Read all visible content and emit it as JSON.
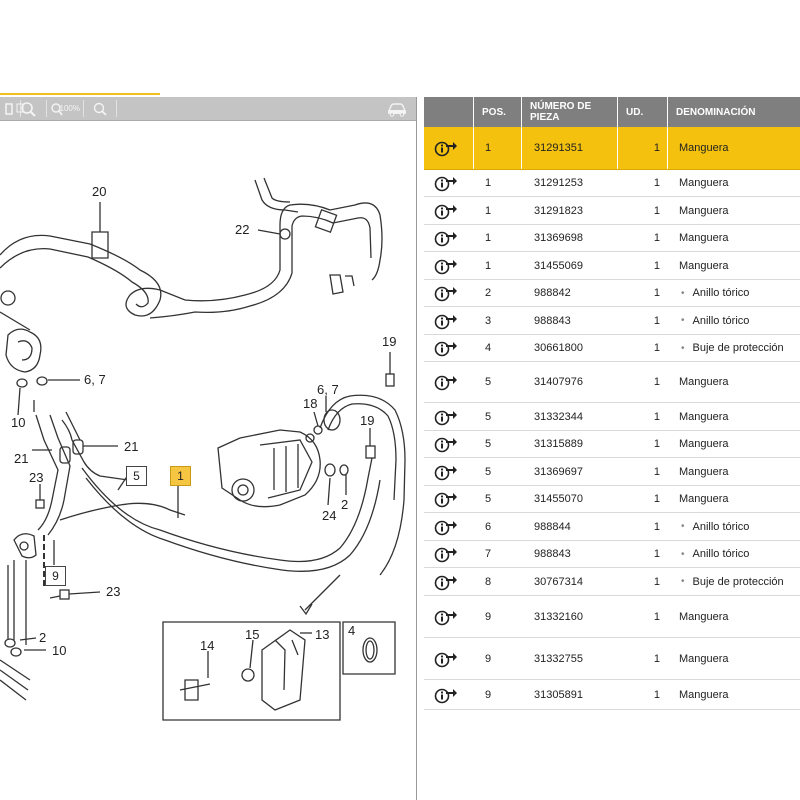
{
  "toolbar": {
    "zoom_label": "100%",
    "icons": [
      "zoom-out-icon",
      "zoom-fit-icon",
      "zoom-100-icon",
      "zoom-in-icon",
      "car-icon"
    ]
  },
  "diagram": {
    "callouts": {
      "c20": "20",
      "c22": "22",
      "c67a": "6, 7",
      "c10a": "10",
      "c21a": "21",
      "c21b": "21",
      "c23a": "23",
      "c5": "5",
      "c1": "1",
      "c19a": "19",
      "c67b": "6, 7",
      "c18": "18",
      "c19b": "19",
      "c2a": "2",
      "c24": "24",
      "c9": "9",
      "c23b": "23",
      "c2b": "2",
      "c10b": "10",
      "c14": "14",
      "c15": "15",
      "c13": "13",
      "c4": "4"
    }
  },
  "parts_table": {
    "headers": {
      "pos": "POS.",
      "part": "NÚMERO DE PIEZA",
      "qty": "UD.",
      "name": "DENOMINACIÓN"
    },
    "rows": [
      {
        "pos": "1",
        "part": "31291351",
        "qty": "1",
        "name": "Manguera",
        "sub": false,
        "selected": true
      },
      {
        "pos": "1",
        "part": "31291253",
        "qty": "1",
        "name": "Manguera",
        "sub": false
      },
      {
        "pos": "1",
        "part": "31291823",
        "qty": "1",
        "name": "Manguera",
        "sub": false
      },
      {
        "pos": "1",
        "part": "31369698",
        "qty": "1",
        "name": "Manguera",
        "sub": false
      },
      {
        "pos": "1",
        "part": "31455069",
        "qty": "1",
        "name": "Manguera",
        "sub": false
      },
      {
        "pos": "2",
        "part": "988842",
        "qty": "1",
        "name": "Anillo tórico",
        "sub": true
      },
      {
        "pos": "3",
        "part": "988843",
        "qty": "1",
        "name": "Anillo tórico",
        "sub": true
      },
      {
        "pos": "4",
        "part": "30661800",
        "qty": "1",
        "name": "Buje de protección",
        "sub": true
      },
      {
        "pos": "5",
        "part": "31407976",
        "qty": "1",
        "name": "Manguera",
        "sub": false
      },
      {
        "pos": "5",
        "part": "31332344",
        "qty": "1",
        "name": "Manguera",
        "sub": false
      },
      {
        "pos": "5",
        "part": "31315889",
        "qty": "1",
        "name": "Manguera",
        "sub": false
      },
      {
        "pos": "5",
        "part": "31369697",
        "qty": "1",
        "name": "Manguera",
        "sub": false
      },
      {
        "pos": "5",
        "part": "31455070",
        "qty": "1",
        "name": "Manguera",
        "sub": false
      },
      {
        "pos": "6",
        "part": "988844",
        "qty": "1",
        "name": "Anillo tórico",
        "sub": true
      },
      {
        "pos": "7",
        "part": "988843",
        "qty": "1",
        "name": "Anillo tórico",
        "sub": true
      },
      {
        "pos": "8",
        "part": "30767314",
        "qty": "1",
        "name": "Buje de protección",
        "sub": true
      },
      {
        "pos": "9",
        "part": "31332160",
        "qty": "1",
        "name": "Manguera",
        "sub": false
      },
      {
        "pos": "9",
        "part": "31332755",
        "qty": "1",
        "name": "Manguera",
        "sub": false
      },
      {
        "pos": "9",
        "part": "31305891",
        "qty": "1",
        "name": "Manguera",
        "sub": false
      }
    ]
  },
  "colors": {
    "accent": "#f4c20e",
    "header_bg": "#7f7f7f",
    "toolbar_bg": "#c4c4c4"
  }
}
